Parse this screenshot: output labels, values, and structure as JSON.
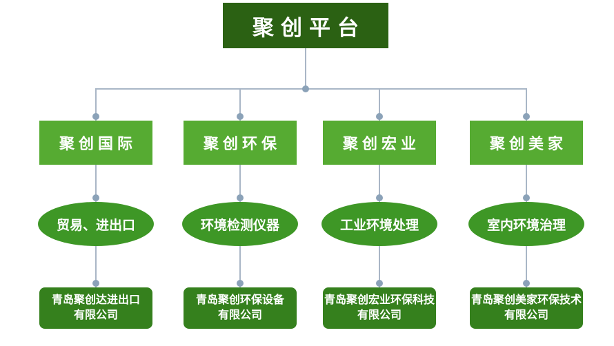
{
  "colors": {
    "background": "#ffffff",
    "root_bg": "#2b6113",
    "branch_bg": "#56ab32",
    "ellipse_bg": "#3e9726",
    "company_bg": "#35801d",
    "line": "#a9b6c6",
    "dot": "#8ba2b8",
    "text": "#ffffff"
  },
  "tree": {
    "root": {
      "label": "聚创平台"
    },
    "branches": [
      {
        "label": "聚创国际",
        "category": "贸易、进出口",
        "company_line1": "青岛聚创达进出口",
        "company_line2": "有限公司"
      },
      {
        "label": "聚创环保",
        "category": "环境检测仪器",
        "company_line1": "青岛聚创环保设备",
        "company_line2": "有限公司"
      },
      {
        "label": "聚创宏业",
        "category": "工业环境处理",
        "company_line1": "青岛聚创宏业环保科技",
        "company_line2": "有限公司"
      },
      {
        "label": "聚创美家",
        "category": "室内环境治理",
        "company_line1": "青岛聚创美家环保技术",
        "company_line2": "有限公司"
      }
    ]
  }
}
